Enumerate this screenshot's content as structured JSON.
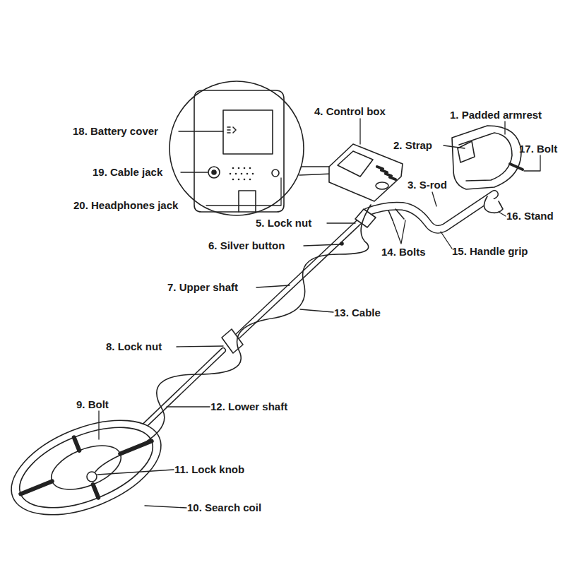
{
  "diagram": {
    "labels": [
      "4. Control box",
      "1. Padded armrest",
      "18. Battery cover",
      "2. Strap",
      "17. Bolt",
      "19. Cable jack",
      "3. S-rod",
      "20. Headphones jack",
      "16. Stand",
      "5. Lock nut",
      "14. Bolts",
      "15. Handle grip",
      "6. Silver button",
      "7. Upper shaft",
      "13. Cable",
      "8. Lock nut",
      "9. Bolt",
      "12. Lower shaft",
      "11. Lock knob",
      "10. Search coil"
    ]
  }
}
